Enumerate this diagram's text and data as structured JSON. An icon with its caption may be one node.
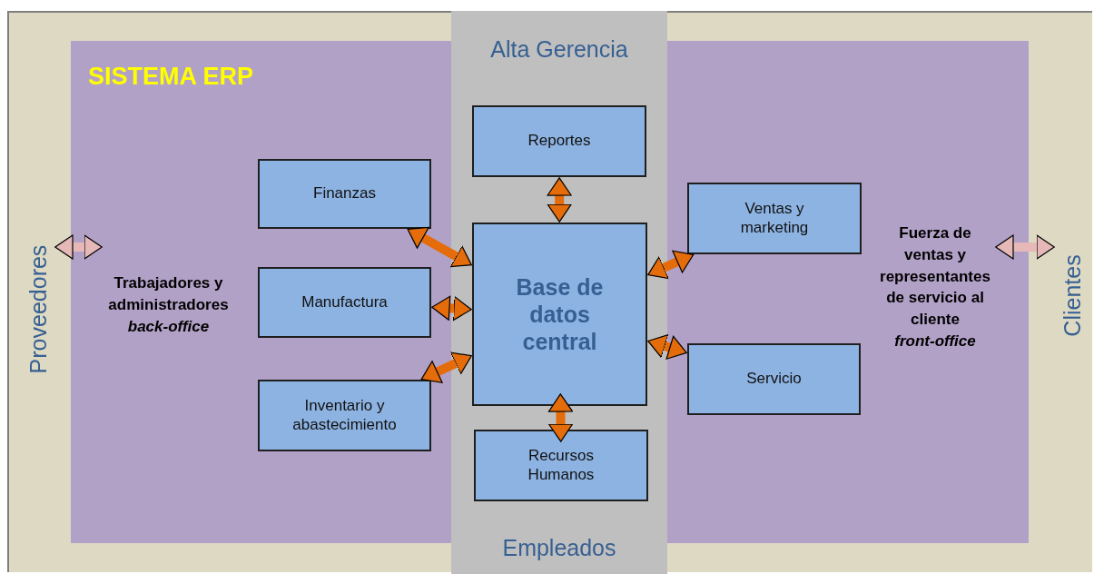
{
  "diagram": {
    "nodes": [
      {
        "text": [
          "SISTEMA ERP"
        ]
      },
      {
        "text": [
          "Alta Gerencia",
          "Empleados"
        ]
      },
      {
        "text": [
          "Reportes"
        ],
        "in": 1
      },
      {
        "text": [
          "Finanzas"
        ],
        "in": 0
      },
      {
        "text": [
          "Ventas y marketing"
        ],
        "in": 0
      },
      {
        "text": [
          "Fuerza de ventas y representantes de servicio al cliente *front-office*"
        ],
        "in": 0
      },
      {
        "text": [
          "Proveedores"
        ]
      },
      {
        "text": [
          "Trabajadores y administradores *back-office*"
        ],
        "in": 0
      },
      {
        "text": [
          "Manufactura"
        ],
        "in": 0
      },
      {
        "text": [
          "Base de datos central"
        ],
        "in": 1
      },
      {
        "text": [
          "Clientes"
        ]
      },
      {
        "text": [
          "Servicio"
        ],
        "in": 0
      },
      {
        "text": [
          "Inventario y abastecimiento"
        ],
        "in": 0
      },
      {
        "text": [
          "Recursos Humanos"
        ],
        "in": 1
      }
    ],
    "edges": [
      {
        "from": 6,
        "to": 7,
        "arrow": "both",
        "color": "#e6b9b8"
      },
      {
        "from": 5,
        "to": 10,
        "arrow": "both",
        "color": "#e6b9b8"
      },
      {
        "from": 3,
        "to": 9,
        "arrow": "both"
      },
      {
        "from": 2,
        "to": 9,
        "arrow": "both"
      },
      {
        "from": 4,
        "to": 9,
        "arrow": "both"
      },
      {
        "from": 8,
        "to": 9,
        "arrow": "both"
      },
      {
        "from": 11,
        "to": 9,
        "arrow": "both"
      },
      {
        "from": 12,
        "to": 9,
        "arrow": "both"
      },
      {
        "from": 13,
        "to": 9,
        "arrow": "both"
      }
    ]
  }
}
